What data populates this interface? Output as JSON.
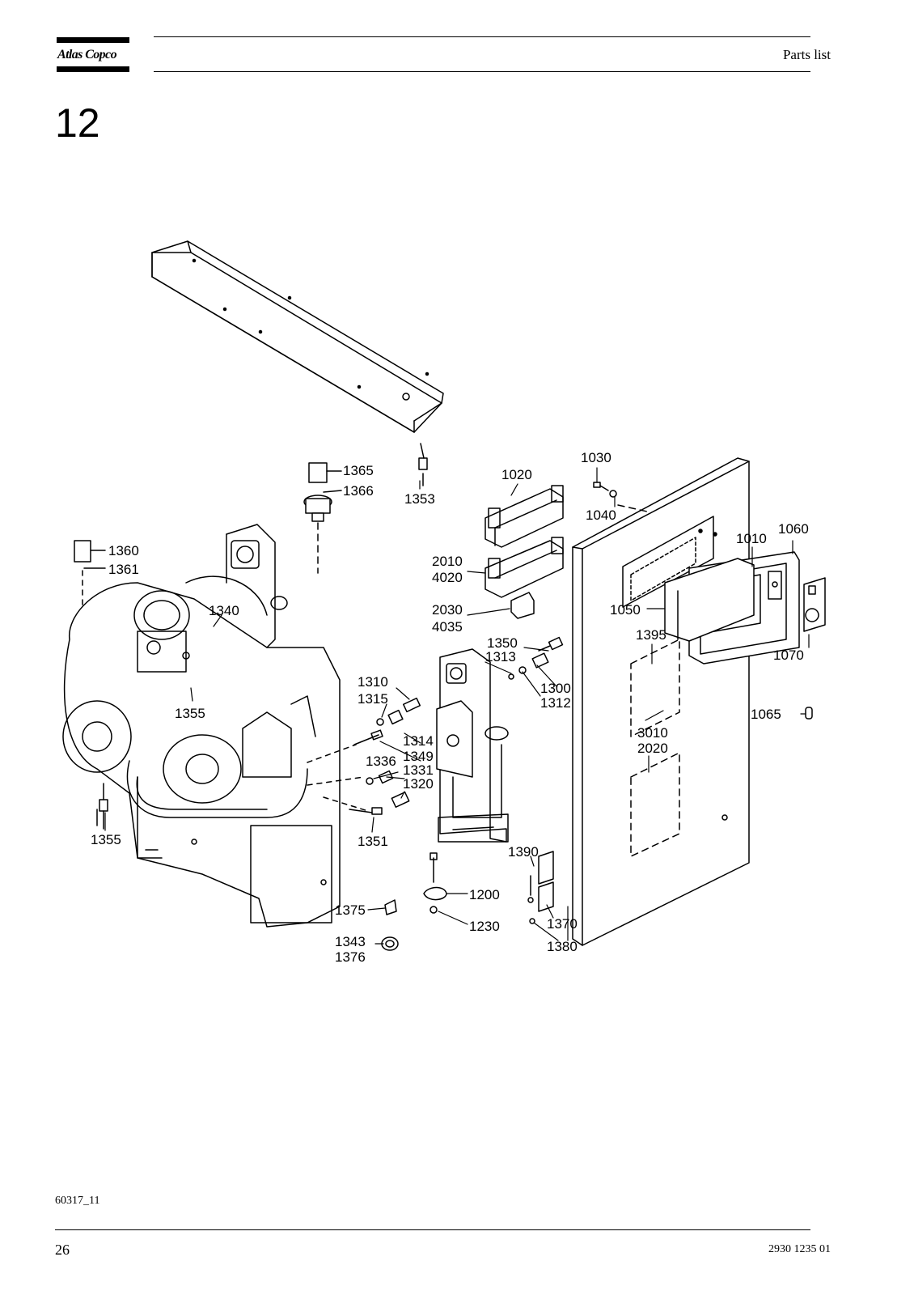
{
  "header": {
    "brand": "Atlas Copco",
    "title": "Parts list"
  },
  "section_number": "12",
  "callouts": [
    {
      "id": "c1365",
      "label": "1365"
    },
    {
      "id": "c1366",
      "label": "1366"
    },
    {
      "id": "c1353",
      "label": "1353"
    },
    {
      "id": "c1020",
      "label": "1020"
    },
    {
      "id": "c1030",
      "label": "1030"
    },
    {
      "id": "c1040",
      "label": "1040"
    },
    {
      "id": "c1360",
      "label": "1360"
    },
    {
      "id": "c1361",
      "label": "1361"
    },
    {
      "id": "c1010",
      "label": "1010"
    },
    {
      "id": "c1060",
      "label": "1060"
    },
    {
      "id": "c2010",
      "label": "2010"
    },
    {
      "id": "c4020",
      "label": "4020"
    },
    {
      "id": "c1340",
      "label": "1340"
    },
    {
      "id": "c1050",
      "label": "1050"
    },
    {
      "id": "c2030",
      "label": "2030"
    },
    {
      "id": "c4035",
      "label": "4035"
    },
    {
      "id": "c1395",
      "label": "1395"
    },
    {
      "id": "c1350",
      "label": "1350"
    },
    {
      "id": "c1313",
      "label": "1313"
    },
    {
      "id": "c1070",
      "label": "1070"
    },
    {
      "id": "c1310",
      "label": "1310"
    },
    {
      "id": "c1300",
      "label": "1300"
    },
    {
      "id": "c1315",
      "label": "1315"
    },
    {
      "id": "c1312",
      "label": "1312"
    },
    {
      "id": "c1355a",
      "label": "1355"
    },
    {
      "id": "c1065",
      "label": "1065"
    },
    {
      "id": "c1314",
      "label": "1314"
    },
    {
      "id": "c3010",
      "label": "3010"
    },
    {
      "id": "c1336",
      "label": "1336"
    },
    {
      "id": "c1349",
      "label": "1349"
    },
    {
      "id": "c2020",
      "label": "2020"
    },
    {
      "id": "c1331",
      "label": "1331"
    },
    {
      "id": "c1320",
      "label": "1320"
    },
    {
      "id": "c1355b",
      "label": "1355"
    },
    {
      "id": "c1351",
      "label": "1351"
    },
    {
      "id": "c1390",
      "label": "1390"
    },
    {
      "id": "c1200",
      "label": "1200"
    },
    {
      "id": "c1375",
      "label": "1375"
    },
    {
      "id": "c1230",
      "label": "1230"
    },
    {
      "id": "c1370",
      "label": "1370"
    },
    {
      "id": "c1343",
      "label": "1343"
    },
    {
      "id": "c1380",
      "label": "1380"
    },
    {
      "id": "c1376",
      "label": "1376"
    }
  ],
  "footer": {
    "figure_ref": "60317_11",
    "page_number": "26",
    "doc_number": "2930 1235 01"
  }
}
